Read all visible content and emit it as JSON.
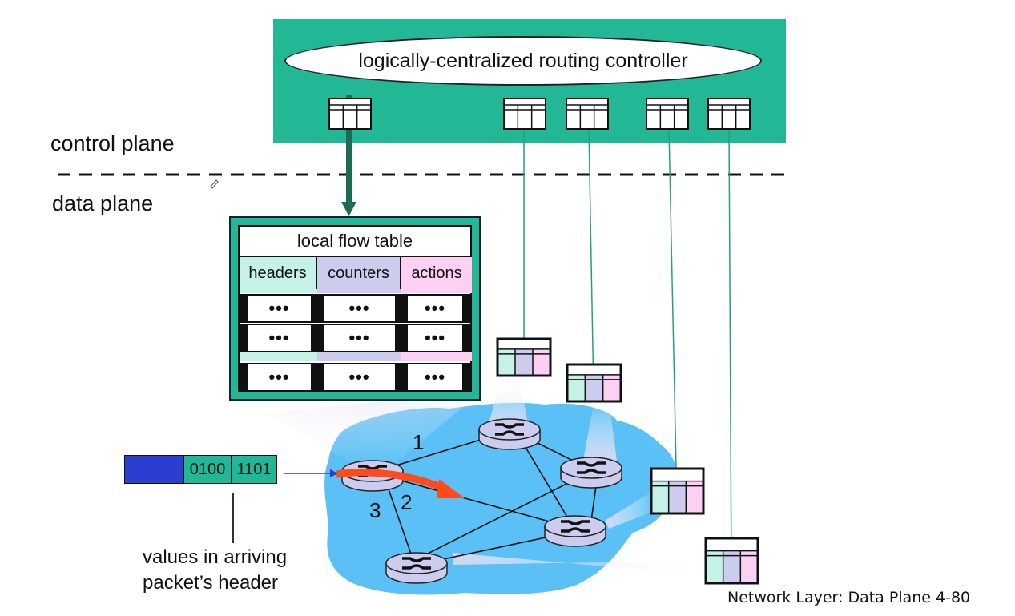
{
  "slide": {
    "footer": "Network Layer: Data Plane  4-80",
    "labels": {
      "control_plane": "control plane",
      "data_plane": "data plane"
    },
    "controller": {
      "label": "logically-centralized routing controller",
      "table_count": 5
    },
    "local_flow_table": {
      "title": "local flow table",
      "columns": [
        "headers",
        "counters",
        "actions"
      ],
      "rows": [
        [
          "•••",
          "•••",
          "•••"
        ],
        [
          "•••",
          "•••",
          "•••"
        ],
        [
          "•••",
          "•••",
          "•••"
        ]
      ]
    },
    "packet": {
      "fields": [
        "0100",
        "1101"
      ],
      "caption_line1": "values in arriving",
      "caption_line2": "packet’s header"
    },
    "ports": [
      "1",
      "2",
      "3"
    ],
    "colors": {
      "controller_green": "#22b896",
      "cloud_blue": "#5bc0f5",
      "router_fill": "#ccccee",
      "forward_arrow": "#ff4a1c",
      "packet_blue": "#2a3fcf",
      "headers_col": "#c4f2e6",
      "counters_col": "#ccccee",
      "actions_col": "#fbd0f2",
      "link_teal": "#2a9d7e",
      "dark_arrow": "#1c6b55"
    }
  }
}
